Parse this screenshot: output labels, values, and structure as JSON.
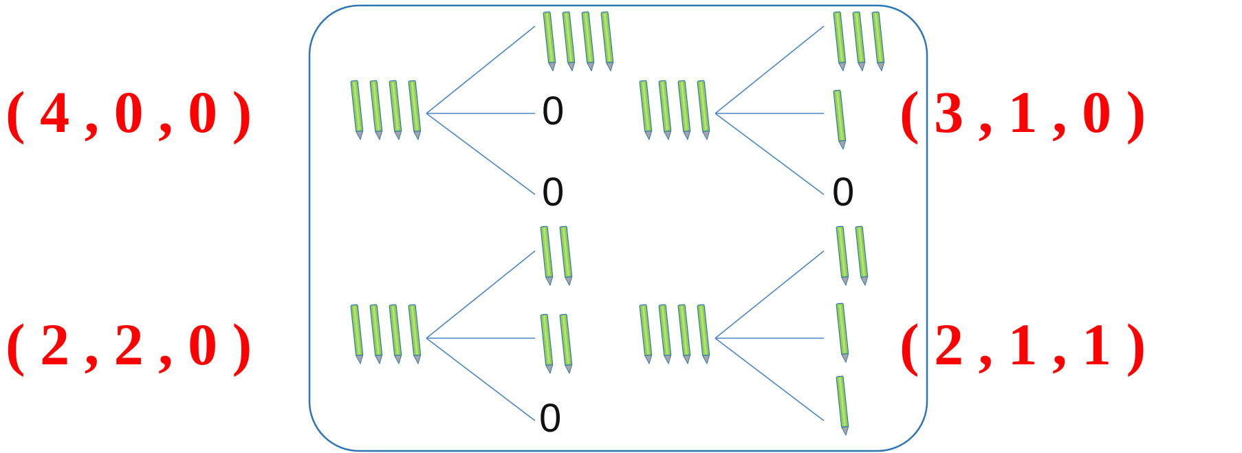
{
  "colors": {
    "tuple_text": "#ff0000",
    "frame_stroke": "#2e75b6",
    "branch_line": "#4a86c5",
    "pencil_body": "#92d050",
    "pencil_stripe": "#b8e27a",
    "pencil_edge": "#2e75b6",
    "pencil_tip": "#a6a6a6",
    "zero_text": "#111111"
  },
  "icons": {
    "pencil": "pencil-icon"
  },
  "tuples": {
    "top_left": "( 4 , 0 , 0 )",
    "top_right": "( 3 , 1 , 0 )",
    "bottom_left": "( 2 , 2 , 0 )",
    "bottom_right": "( 2 , 1 , 1 )"
  },
  "trees": [
    {
      "id": "tree-4-0-0",
      "root_pencils": 4,
      "branches": [
        {
          "pencils": 4
        },
        {
          "zero": "0"
        },
        {
          "zero": "0"
        }
      ]
    },
    {
      "id": "tree-3-1-0",
      "root_pencils": 4,
      "branches": [
        {
          "pencils": 3
        },
        {
          "pencils": 1
        },
        {
          "zero": "0"
        }
      ]
    },
    {
      "id": "tree-2-2-0",
      "root_pencils": 4,
      "branches": [
        {
          "pencils": 2
        },
        {
          "pencils": 2
        },
        {
          "zero": "0"
        }
      ]
    },
    {
      "id": "tree-2-1-1",
      "root_pencils": 4,
      "branches": [
        {
          "pencils": 2
        },
        {
          "pencils": 1
        },
        {
          "pencils": 1
        }
      ]
    }
  ]
}
